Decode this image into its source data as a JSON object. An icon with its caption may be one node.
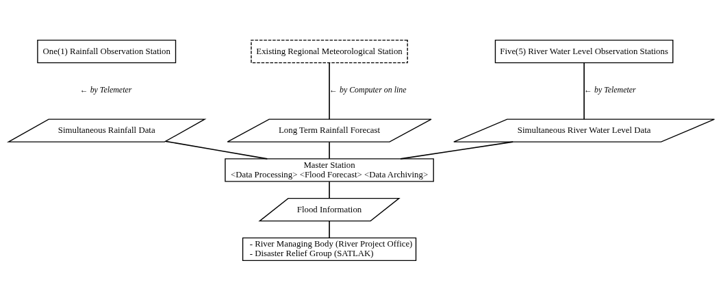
{
  "diagram": {
    "nodes": [
      {
        "text": [
          "One(1) Rainfall Observation Station"
        ]
      },
      {
        "text": [
          "Existing Regional Meteorological Station"
        ]
      },
      {
        "text": [
          "Five(5) River Water Level Observation Stations"
        ]
      },
      {
        "text": [
          "Simultaneous Rainfall Data"
        ]
      },
      {
        "text": [
          "Long Term Rainfall Forecast"
        ]
      },
      {
        "text": [
          "Simultaneous River Water Level Data"
        ]
      },
      {
        "text": [
          "Master Station",
          "<Data Processing> <Flood Forecast> <Data Archiving>"
        ]
      },
      {
        "text": [
          "Flood Information"
        ]
      },
      {
        "text": [
          "- River Managing Body (River Project Office)",
          "- Disaster Relief Group (SATLAK)"
        ]
      }
    ],
    "edges": [
      {
        "from": 1,
        "to": 4,
        "arrow": "none",
        "label": "← by Computer on line"
      },
      {
        "from": 2,
        "to": 5,
        "arrow": "none",
        "label": "← by Telemeter"
      },
      {
        "from": 3,
        "to": 6,
        "arrow": "none"
      },
      {
        "from": 4,
        "to": 6,
        "arrow": "none"
      },
      {
        "from": 5,
        "to": 6,
        "arrow": "none"
      },
      {
        "from": 6,
        "to": 7,
        "arrow": "none"
      },
      {
        "from": 7,
        "to": 8,
        "arrow": "none"
      }
    ],
    "labels": [
      "← by Telemeter"
    ]
  }
}
